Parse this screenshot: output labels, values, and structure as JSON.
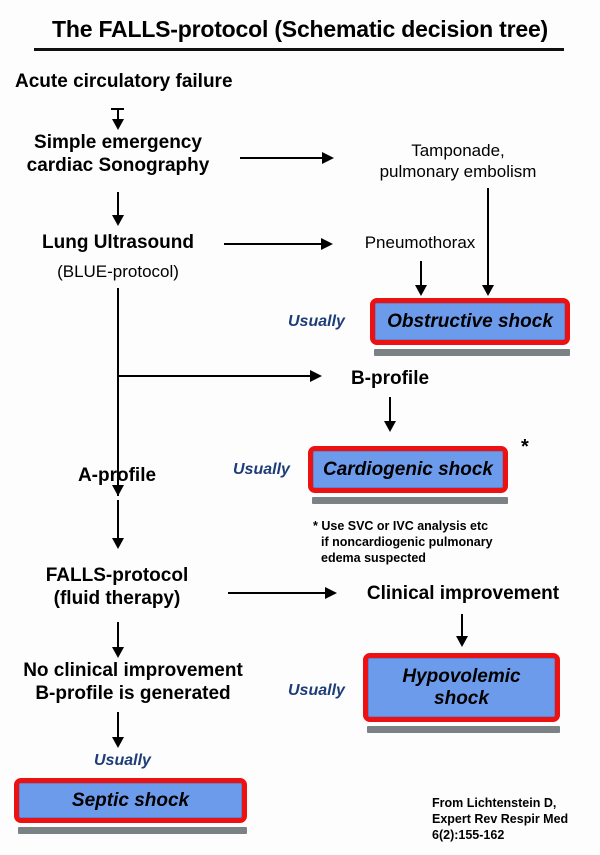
{
  "title": "The FALLS-protocol (Schematic decision tree)",
  "nodes": {
    "acute_failure": "Acute circulatory failure",
    "cardiac_sono": "Simple emergency\ncardiac Sonography",
    "tamponade": "Tamponade,\npulmonary embolism",
    "lung_us": "Lung Ultrasound",
    "blue_protocol": "(BLUE-protocol)",
    "pneumothorax": "Pneumothorax",
    "b_profile": "B-profile",
    "a_profile": "A-profile",
    "falls_protocol": "FALLS-protocol\n(fluid therapy)",
    "clinical_improvement": "Clinical improvement",
    "no_improvement": "No clinical improvement\nB-profile is generated"
  },
  "boxes": {
    "obstructive": "Obstructive shock",
    "cardiogenic": "Cardiogenic shock",
    "hypovolemic": "Hypovolemic\nshock",
    "septic": "Septic shock"
  },
  "labels": {
    "usually_obstructive": "Usually",
    "usually_cardiogenic": "Usually",
    "usually_hypovolemic": "Usually",
    "usually_septic": "Usually"
  },
  "footnote": {
    "marker": "*",
    "text": "* Use SVC or IVC analysis etc\nif noncardiogenic pulmonary\nedema suspected"
  },
  "citation": "From Lichtenstein D,\nExpert Rev Respir Med\n6(2):155-162",
  "colors": {
    "box_fill": "#6d9bec",
    "box_border": "#ee1111",
    "box_shadow": "#7b8285",
    "usually_text": "#1d3c78",
    "arrow": "#000000"
  }
}
